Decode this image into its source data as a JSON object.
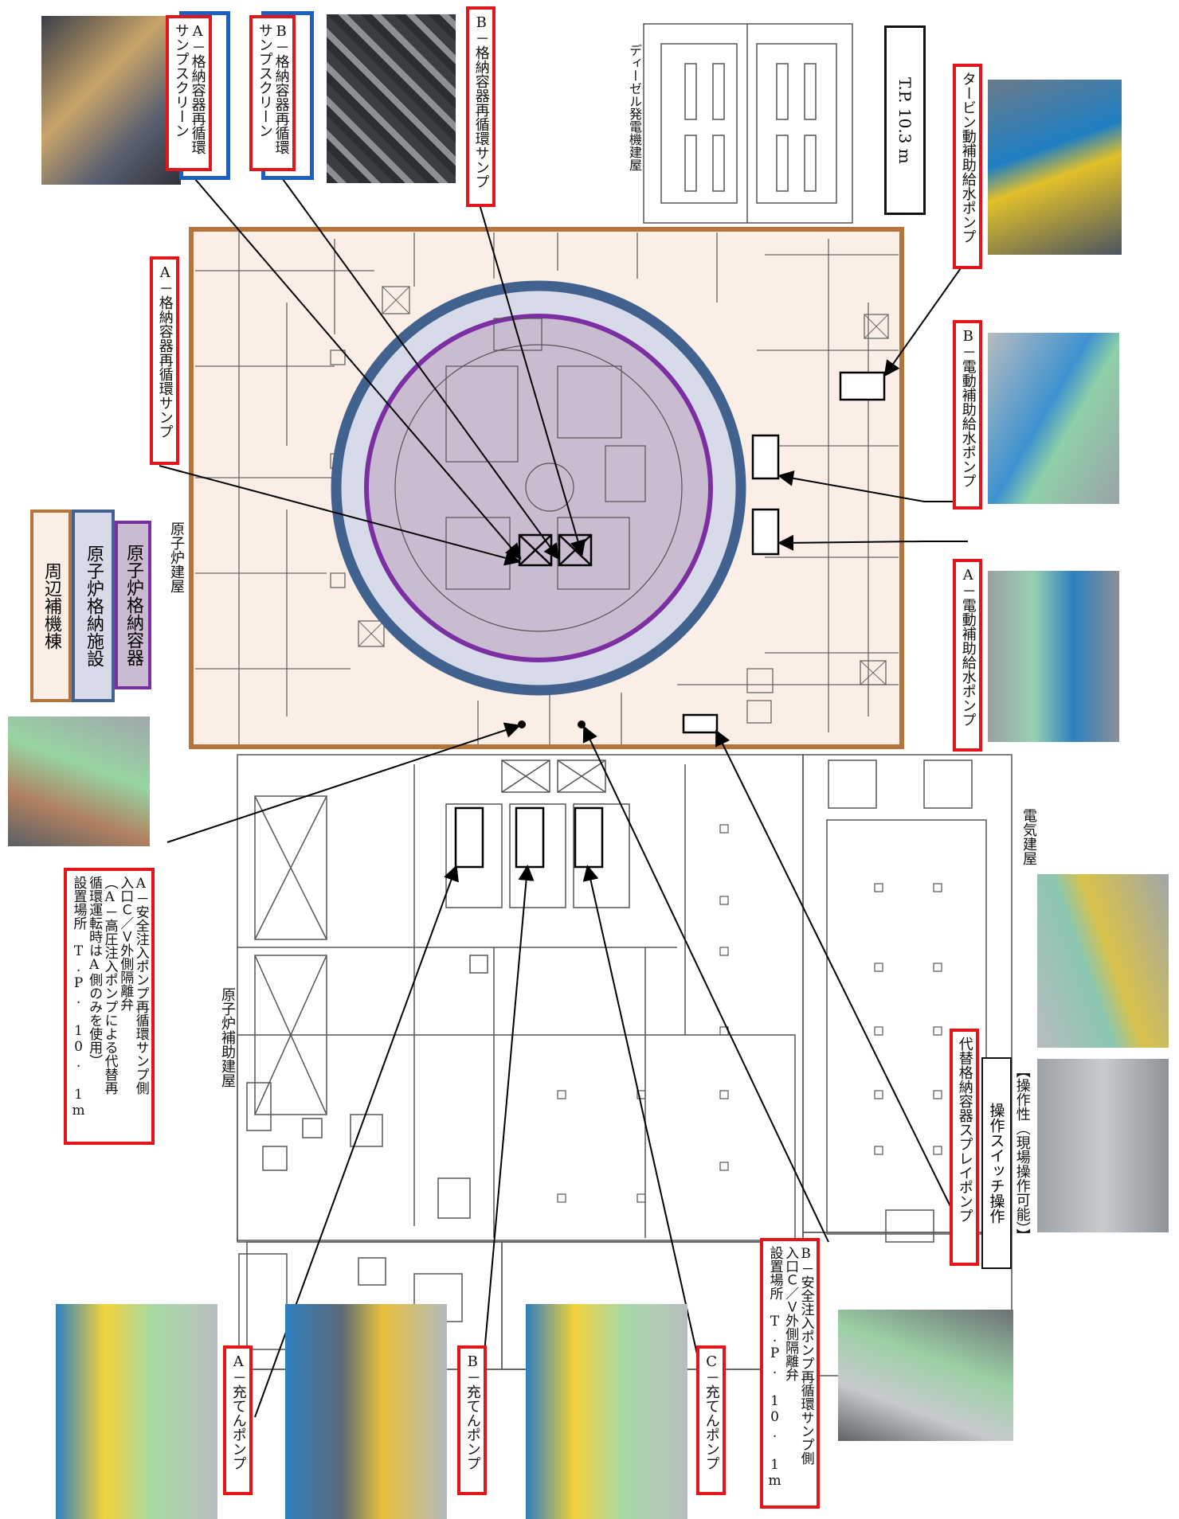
{
  "legend": {
    "outer": "周辺補機棟",
    "middle": "原子炉格納施設",
    "inner": "原子炉格納容器"
  },
  "buildings": {
    "reactor": "原子炉建屋",
    "aux": "原子炉補助建屋",
    "electrical": "電気建屋",
    "diesel": "ディーゼル発電機建屋"
  },
  "elevation": "T.P. 10.3 m",
  "labels": {
    "a_screen": "A－格納容器再循環\nサンプスクリーン",
    "b_screen": "B－格納容器再循環\nサンプスクリーン",
    "b_sump": "B－格納容器再循環サンプ",
    "a_sump": "A－格納容器再循環サンプ",
    "turbine_pump": "タービン動補助給水ポンプ",
    "b_motor_pump": "B－電動補助給水ポンプ",
    "a_motor_pump": "A－電動補助給水ポンプ",
    "alt_spray": "代替格納容器スプレイポンプ",
    "op_switch": "操作スイッチ操作",
    "op_note": "【操作性（現場操作可能）】",
    "a_valve": "A－安全注入ポンプ再循環サンプ側\n入口Ｃ／Ｖ外側隔離弁\n（A－高圧注入ポンプによる代替再\n循環運転時はA側のみを使用）\n設置場所　T.P. 10. 1m",
    "b_valve": "B－安全注入ポンプ再循環サンプ側\n入口Ｃ／Ｖ外側隔離弁\n設置場所　T.P. 10. 1m",
    "a_charging": "A－充てんポンプ",
    "b_charging": "B－充てんポンプ",
    "c_charging": "C－充てんポンプ"
  },
  "colors": {
    "accent_red": "#e0161b",
    "accent_blue": "#1d5fbf",
    "aux_building": "#b5753a",
    "containment_facility": "#41628f",
    "containment_vessel": "#7b2fa3",
    "building_fill": "#fbeee6"
  }
}
